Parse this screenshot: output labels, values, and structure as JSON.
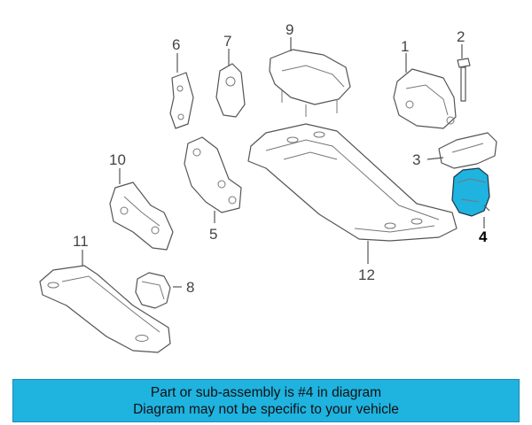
{
  "diagram": {
    "callouts": [
      {
        "id": "1",
        "label": "1"
      },
      {
        "id": "2",
        "label": "2"
      },
      {
        "id": "3",
        "label": "3"
      },
      {
        "id": "4",
        "label": "4"
      },
      {
        "id": "5",
        "label": "5"
      },
      {
        "id": "6",
        "label": "6"
      },
      {
        "id": "7",
        "label": "7"
      },
      {
        "id": "8",
        "label": "8"
      },
      {
        "id": "9",
        "label": "9"
      },
      {
        "id": "10",
        "label": "10"
      },
      {
        "id": "11",
        "label": "11"
      },
      {
        "id": "12",
        "label": "12"
      }
    ],
    "highlighted_part": "4",
    "highlight_color": "#1fb3e0"
  },
  "banner": {
    "line1": "Part or sub-assembly is #4 in diagram",
    "line2": "Diagram may not be specific to your vehicle",
    "background": "#1fb3e0"
  }
}
